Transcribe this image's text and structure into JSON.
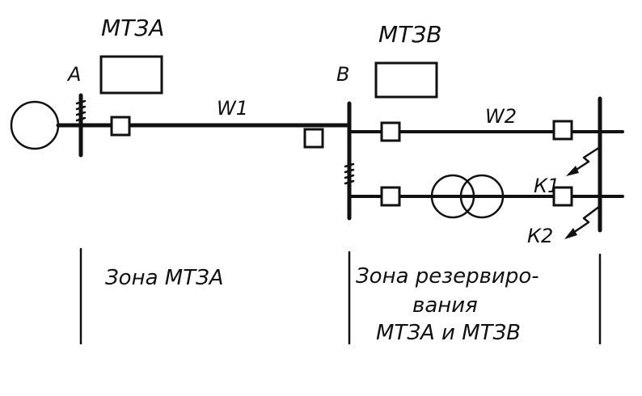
{
  "labels": {
    "relay_a": "МТЗА",
    "relay_b": "МТЗВ",
    "bus_a": "А",
    "bus_b": "В",
    "line_w1": "W1",
    "line_w2": "W2",
    "fault_k1": "К1",
    "fault_k2": "К2"
  },
  "zones": {
    "zone_a": "Зона МТЗА",
    "reserve_line1": "Зона резервиро-",
    "reserve_line2": "вания",
    "reserve_line3": "МТЗА и МТЗВ"
  },
  "colors": {
    "ink": "#111111",
    "paper": "#ffffff"
  }
}
